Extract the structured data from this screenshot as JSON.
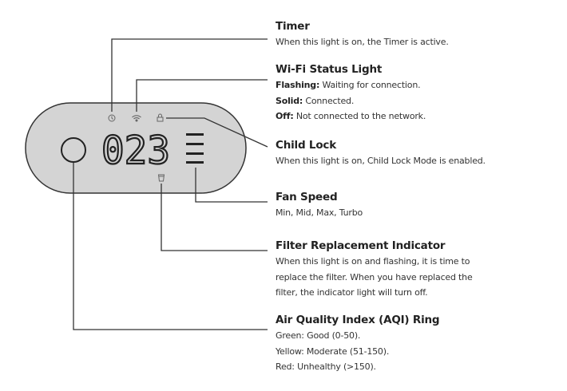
{
  "display": {
    "digits": "023",
    "fan_bars": 4
  },
  "callouts": {
    "timer": {
      "title": "Timer",
      "lines": [
        "When this light is on, the Timer is active."
      ]
    },
    "wifi": {
      "title": "Wi-Fi Status Light",
      "items": [
        {
          "label": "Flashing:",
          "text": " Waiting for connection."
        },
        {
          "label": "Solid:",
          "text": " Connected."
        },
        {
          "label": "Off:",
          "text": " Not connected to the network."
        }
      ]
    },
    "child_lock": {
      "title": "Child Lock",
      "lines": [
        "When this light is on, Child Lock Mode is enabled."
      ]
    },
    "fan_speed": {
      "title": "Fan Speed",
      "lines": [
        "Min, Mid, Max, Turbo"
      ]
    },
    "filter": {
      "title": "Filter Replacement Indicator",
      "lines": [
        "When this light is on and flashing, it is time to",
        "replace the filter. When you have replaced the",
        "filter, the indicator light will turn off."
      ]
    },
    "aqi": {
      "title": "Air Quality Index (AQI) Ring",
      "lines": [
        "Green: Good (0-50).",
        "Yellow: Moderate (51-150).",
        "Red: Unhealthy (>150)."
      ]
    }
  },
  "colors": {
    "panel": "#d4d4d4",
    "stroke": "#222222"
  }
}
